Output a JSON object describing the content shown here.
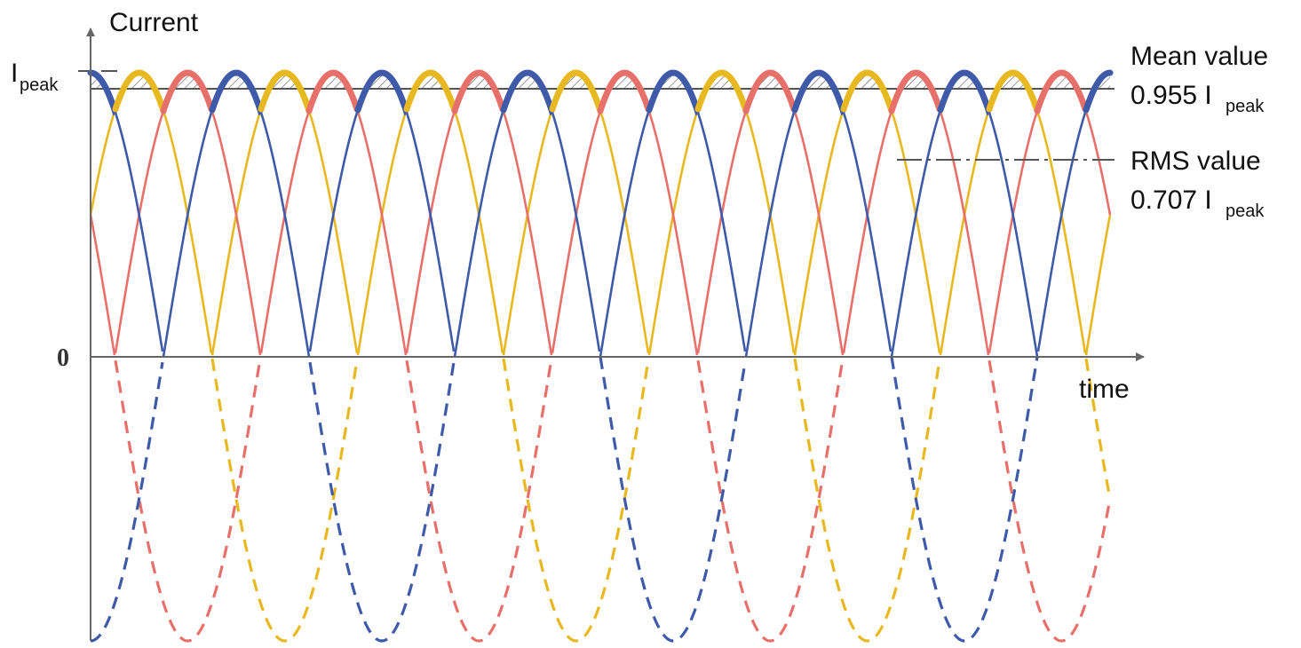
{
  "labels": {
    "y_axis": "Current",
    "x_axis": "time",
    "peak_symbol": "I",
    "peak_subscript": "peak",
    "zero": "0",
    "mean_title": "Mean value",
    "mean_value": "0.955 I",
    "mean_subscript": "peak",
    "rms_title": "RMS value",
    "rms_value": "0.707 I",
    "rms_subscript": "peak"
  },
  "phases": [
    {
      "name": "yellow",
      "color": "#e8b820"
    },
    {
      "name": "red",
      "color": "#e8706a"
    },
    {
      "name": "blue",
      "color": "#3e5aa8"
    }
  ],
  "levels": {
    "peak": 1.0,
    "mean": 0.955,
    "rms": 0.707
  }
}
